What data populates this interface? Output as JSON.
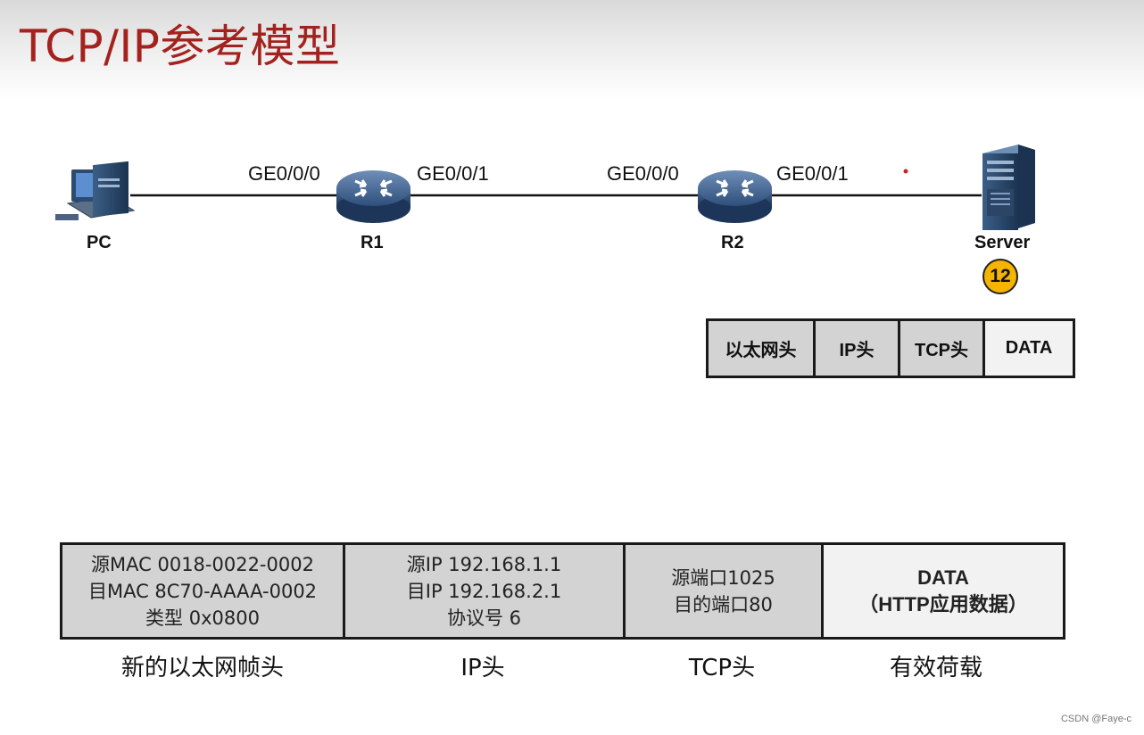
{
  "title": "TCP/IP参考模型",
  "topology": {
    "devices": [
      {
        "id": "pc",
        "label": "PC",
        "icon": "pc-icon"
      },
      {
        "id": "r1",
        "label": "R1",
        "icon": "router-icon"
      },
      {
        "id": "r2",
        "label": "R2",
        "icon": "router-icon"
      },
      {
        "id": "server",
        "label": "Server",
        "icon": "server-icon"
      }
    ],
    "interfaces": {
      "r1_left": "GE0/0/0",
      "r1_right": "GE0/0/1",
      "r2_left": "GE0/0/0",
      "r2_right": "GE0/0/1"
    },
    "step": "12"
  },
  "packet_small": [
    "以太网头",
    "IP头",
    "TCP头",
    "DATA"
  ],
  "packet_detail": {
    "eth": [
      "源MAC  0018-0022-0002",
      "目MAC   8C70-AAAA-0002",
      "类型  0x0800"
    ],
    "ip": [
      "源IP  192.168.1.1",
      "目IP  192.168.2.1",
      "协议号 6"
    ],
    "tcp": [
      "源端口1025",
      "目的端口80"
    ],
    "data": [
      "DATA",
      "（HTTP应用数据）"
    ]
  },
  "captions": [
    "新的以太网帧头",
    "IP头",
    "TCP头",
    "有效荷载"
  ],
  "watermark": "CSDN @Faye-c",
  "colors": {
    "title": "#a3221d",
    "badge": "#f5b400",
    "header_fill": "#d3d3d3",
    "data_fill": "#f2f2f2"
  }
}
